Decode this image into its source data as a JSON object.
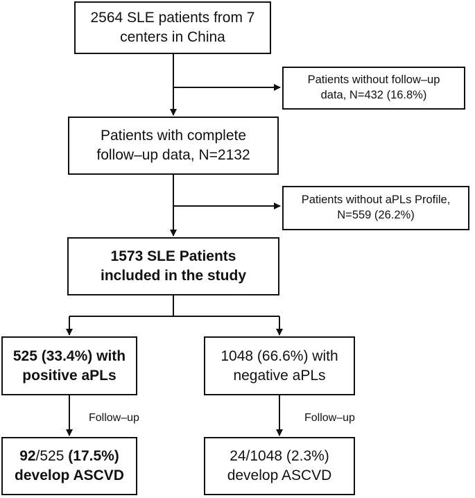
{
  "boxes": {
    "source": {
      "line1": "2564 SLE patients from 7",
      "line2": "centers in China"
    },
    "excluded_followup": {
      "line1": "Patients without follow–up",
      "line2": "data, N=432 (16.8%)"
    },
    "complete_followup": {
      "line1": "Patients with complete",
      "line2": "follow–up data, N=2132"
    },
    "excluded_apls": {
      "line1": "Patients without aPLs Profile,",
      "line2": "N=559 (26.2%)"
    },
    "included": {
      "line1": "1573 SLE Patients",
      "line2": "included in the study"
    },
    "positive": {
      "line1": "525 (33.4%) with",
      "line2": "positive aPLs"
    },
    "negative": {
      "line1": "1048 (66.6%) with",
      "line2": "negative aPLs"
    },
    "positive_outcome": {
      "count": "92",
      "total": "/525 ",
      "pct": "(17.5%)",
      "line2": "develop ASCVD"
    },
    "negative_outcome": {
      "line1": "24/1048 (2.3%)",
      "line2": "develop ASCVD"
    }
  },
  "labels": {
    "followup_left": "Follow–up",
    "followup_right": "Follow–up"
  }
}
